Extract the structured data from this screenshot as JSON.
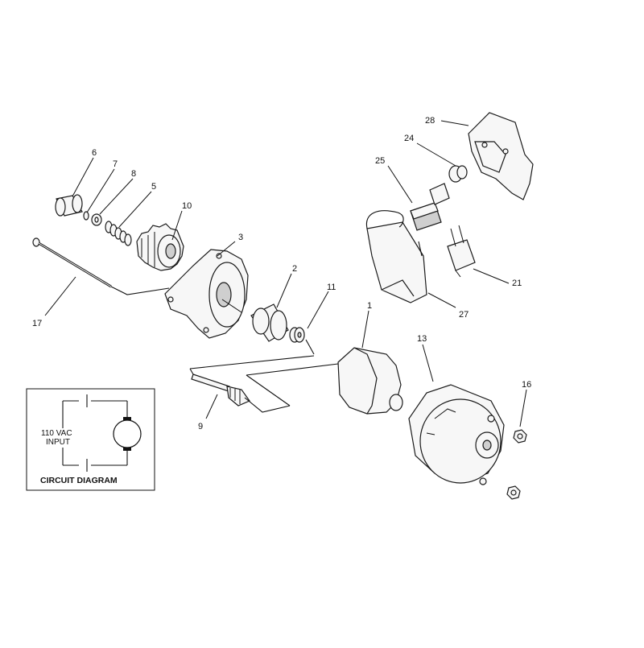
{
  "callouts": {
    "c1": "1",
    "c2": "2",
    "c3": "3",
    "c5": "5",
    "c6": "6",
    "c7": "7",
    "c8": "8",
    "c9": "9",
    "c10": "10",
    "c11": "11",
    "c13": "13",
    "c16": "16",
    "c17": "17",
    "c21": "21",
    "c24": "24",
    "c25": "25",
    "c27": "27",
    "c28": "28"
  },
  "circuit_diagram": {
    "title": "CIRCUIT DIAGRAM",
    "input_line1": "110 VAC",
    "input_line2": "INPUT"
  }
}
